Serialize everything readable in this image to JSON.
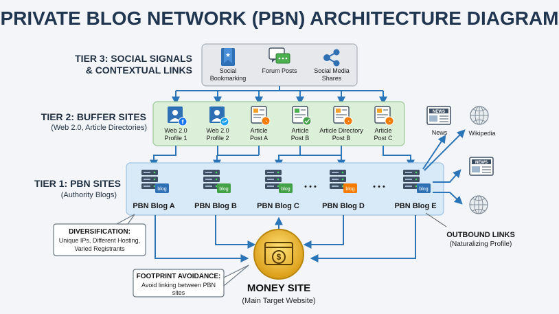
{
  "title": "PRIVATE BLOG NETWORK (PBN) ARCHITECTURE DIAGRAM",
  "tier3": {
    "heading_line1": "TIER 3: SOCIAL SIGNALS",
    "heading_line2": "& CONTEXTUAL LINKS",
    "items": [
      {
        "line1": "Social",
        "line2": "Bookmarking",
        "icon": "bookmark-icon"
      },
      {
        "line1": "Forum Posts",
        "line2": "",
        "icon": "chat-bubbles-icon"
      },
      {
        "line1": "Social Media",
        "line2": "Shares",
        "icon": "share-icon"
      }
    ]
  },
  "tier2": {
    "heading": "TIER 2: BUFFER SITES",
    "subheading": "(Web 2.0, Article Directories)",
    "items": [
      {
        "line1": "Web 2.0",
        "line2": "Profile 1",
        "icon": "profile-facebook-icon"
      },
      {
        "line1": "Web 2.0",
        "line2": "Profile 2",
        "icon": "profile-twitter-icon"
      },
      {
        "line1": "Article",
        "line2": "Post A",
        "icon": "article-rss-icon"
      },
      {
        "line1": "Article",
        "line2": "Post B",
        "icon": "article-check-icon"
      },
      {
        "line1": "Article Directory",
        "line2": "Post B",
        "icon": "article-rss-icon"
      },
      {
        "line1": "Article",
        "line2": "Post C",
        "icon": "article-rss-icon"
      }
    ]
  },
  "tier1": {
    "heading": "TIER 1: PBN SITES",
    "subheading": "(Authority Blogs)",
    "blogs": [
      "PBN Blog A",
      "PBN Blog B",
      "PBN Blog C",
      "PBN Blog D",
      "PBN Blog E"
    ],
    "badge": "blog",
    "ellipsis": "• • •"
  },
  "outbound": {
    "news_label": "News",
    "news_badge": "NEWS",
    "wikipedia_label": "Wikipedia",
    "heading": "OUTBOUND LINKS",
    "subheading": "(Naturalizing Profile)"
  },
  "diversification": {
    "heading": "DIVERSIFICATION:",
    "line1": "Unique IPs, Different Hosting,",
    "line2": "Varied Registrants"
  },
  "footprint": {
    "heading": "FOOTPRINT AVOIDANCE:",
    "line1": "Avoid linking between PBN",
    "line2": "sites"
  },
  "money": {
    "heading": "MONEY SITE",
    "subheading": "(Main Target Website)"
  },
  "colors": {
    "arrow": "#2a74b8",
    "tier3_bg": "#e6e8ec",
    "tier2_bg": "#dcefd8",
    "tier1_bg": "#d8e9f7",
    "gold": "#e8b623"
  }
}
